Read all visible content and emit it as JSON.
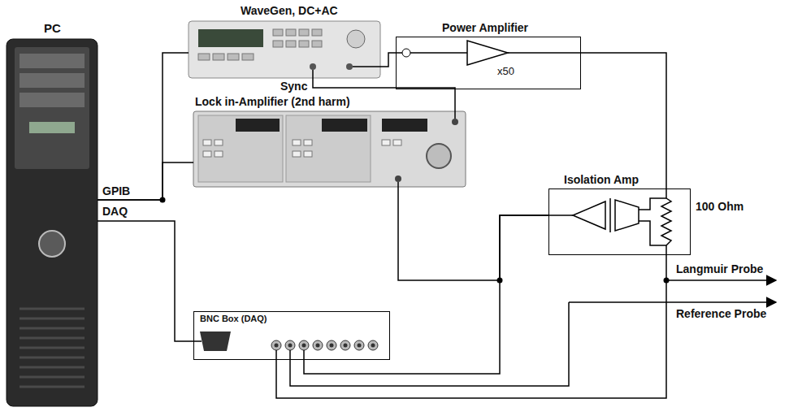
{
  "diagram": {
    "nodes": [
      {
        "text": [
          "PC"
        ]
      },
      {
        "text": [
          "WaveGen, DC+AC"
        ]
      },
      {
        "text": [
          "Power Amplifier",
          "x50"
        ]
      },
      {
        "text": [
          "Lock in-Amplifier (2nd harm)"
        ]
      },
      {
        "text": [
          "Isolation Amp",
          "100 Ohm"
        ]
      },
      {
        "text": [
          "BNC Box (DAQ)"
        ]
      }
    ],
    "edges": [
      {
        "from": 0,
        "to": 1,
        "arrow": "none"
      },
      {
        "from": 0,
        "to": 3,
        "arrow": "none"
      },
      {
        "from": 1,
        "to": 2,
        "arrow": "none"
      },
      {
        "from": 1,
        "to": 3,
        "arrow": "none"
      },
      {
        "from": 2,
        "to": 4,
        "arrow": "none"
      },
      {
        "from": 4,
        "to": 3,
        "arrow": "none"
      },
      {
        "from": 4,
        "to": 5,
        "arrow": "none"
      },
      {
        "from": 0,
        "to": 5,
        "arrow": "none"
      }
    ],
    "labels": [
      "Sync",
      "GPIB",
      "DAQ",
      "Langmuir Probe",
      "Reference Probe"
    ]
  }
}
